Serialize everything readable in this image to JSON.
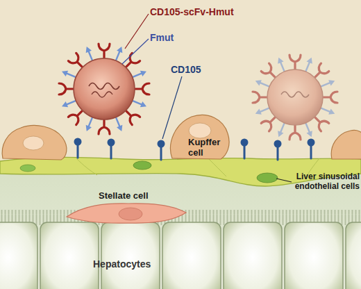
{
  "diagram": {
    "labels": [
      "CD105-scFv-Hmut",
      "Fmut",
      "CD105",
      "Kupffer cell",
      "Liver sinusoidal endothelial cells",
      "Stellate cell",
      "Hepatocytes"
    ]
  }
}
